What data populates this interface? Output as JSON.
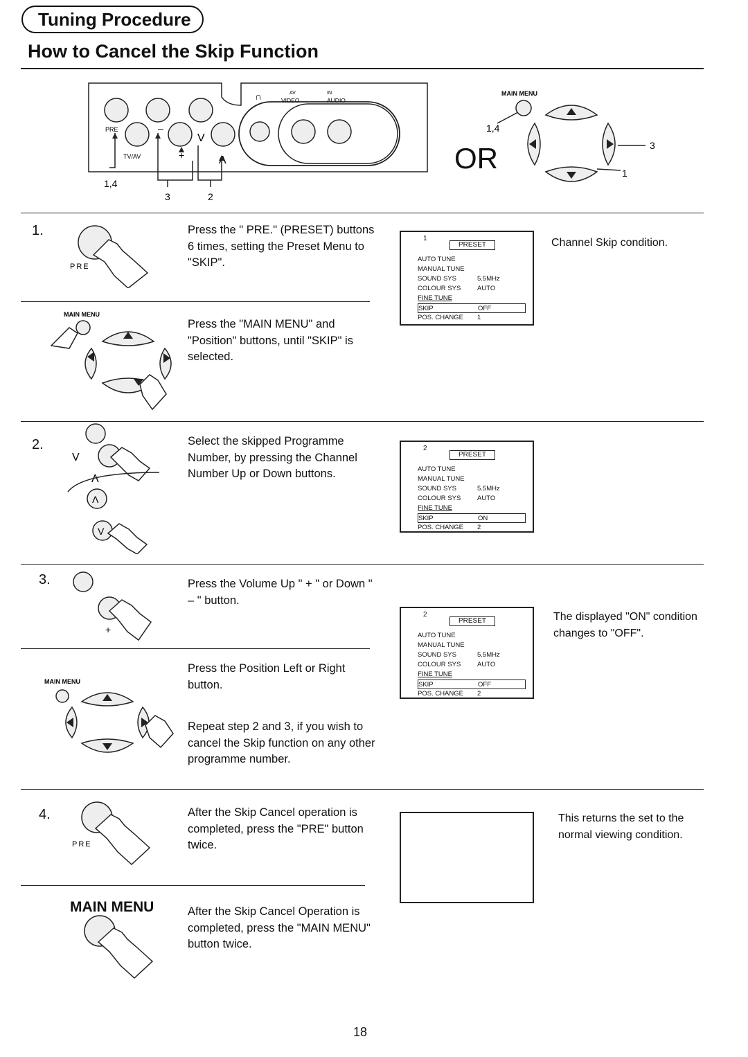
{
  "header": {
    "section_title": "Tuning Procedure",
    "subtitle": "How to Cancel the Skip Function"
  },
  "top_diagram": {
    "main_menu_label": "MAIN MENU",
    "or_label": "OR",
    "pre_label": "PRE",
    "tvav_label": "TV/AV",
    "video_label": "VIDEO",
    "audio_label": "AUDIO",
    "av_label": "AV",
    "in_label": "IN",
    "callout_1_4_left": "1,4",
    "callout_3_left": "3",
    "callout_2_left": "2",
    "callout_1_4_right": "1,4",
    "callout_3_right": "3",
    "callout_1_right": "1"
  },
  "steps": [
    {
      "number": "1.",
      "icon_label": "PRE",
      "text": "Press the \" PRE.\" (PRESET) buttons 6 times, setting the Preset Menu to \"SKIP\".",
      "alt_icon_label": "MAIN MENU",
      "alt_text": "Press the \"MAIN MENU\" and \"Position\" buttons, until \"SKIP\" is selected.",
      "note": "Channel Skip condition."
    },
    {
      "number": "2.",
      "text": "Select the skipped Programme Number, by pressing the Channel Number Up or Down buttons."
    },
    {
      "number": "3.",
      "text": "Press the Volume Up \" + \" or Down \" – \" button.",
      "alt_icon_label": "MAIN MENU",
      "alt_text": "Press the Position Left or Right button.",
      "repeat_text": "Repeat step 2 and 3, if you wish to cancel the Skip function on any other programme number.",
      "note": "The displayed \"ON\" condition changes to \"OFF\"."
    },
    {
      "number": "4.",
      "icon_label": "PRE",
      "text": "After the Skip Cancel operation is completed, press the \"PRE\" button twice.",
      "alt_icon_label": "MAIN MENU",
      "alt_text": "After the Skip Cancel Operation is completed, press the \"MAIN MENU\" button twice.",
      "note": "This returns the set to the normal viewing condition."
    }
  ],
  "osd_screens": [
    {
      "number": "1",
      "title": "PRESET",
      "rows": [
        {
          "k": "AUTO TUNE",
          "v": ""
        },
        {
          "k": "MANUAL TUNE",
          "v": ""
        },
        {
          "k": "SOUND SYS",
          "v": "5.5MHz"
        },
        {
          "k": "COLOUR SYS",
          "v": "AUTO"
        },
        {
          "k": "FINE TUNE",
          "v": ""
        },
        {
          "k": "SKIP",
          "v": "OFF"
        },
        {
          "k": "POS. CHANGE",
          "v": "1"
        }
      ]
    },
    {
      "number": "2",
      "title": "PRESET",
      "rows": [
        {
          "k": "AUTO TUNE",
          "v": ""
        },
        {
          "k": "MANUAL TUNE",
          "v": ""
        },
        {
          "k": "SOUND SYS",
          "v": "5.5MHz"
        },
        {
          "k": "COLOUR SYS",
          "v": "AUTO"
        },
        {
          "k": "FINE TUNE",
          "v": ""
        },
        {
          "k": "SKIP",
          "v": "ON"
        },
        {
          "k": "POS. CHANGE",
          "v": "2"
        }
      ]
    },
    {
      "number": "2",
      "title": "PRESET",
      "rows": [
        {
          "k": "AUTO TUNE",
          "v": ""
        },
        {
          "k": "MANUAL TUNE",
          "v": ""
        },
        {
          "k": "SOUND SYS",
          "v": "5.5MHz"
        },
        {
          "k": "COLOUR SYS",
          "v": "AUTO"
        },
        {
          "k": "FINE TUNE",
          "v": ""
        },
        {
          "k": "SKIP",
          "v": "OFF"
        },
        {
          "k": "POS. CHANGE",
          "v": "2"
        }
      ]
    }
  ],
  "page_number": "18"
}
